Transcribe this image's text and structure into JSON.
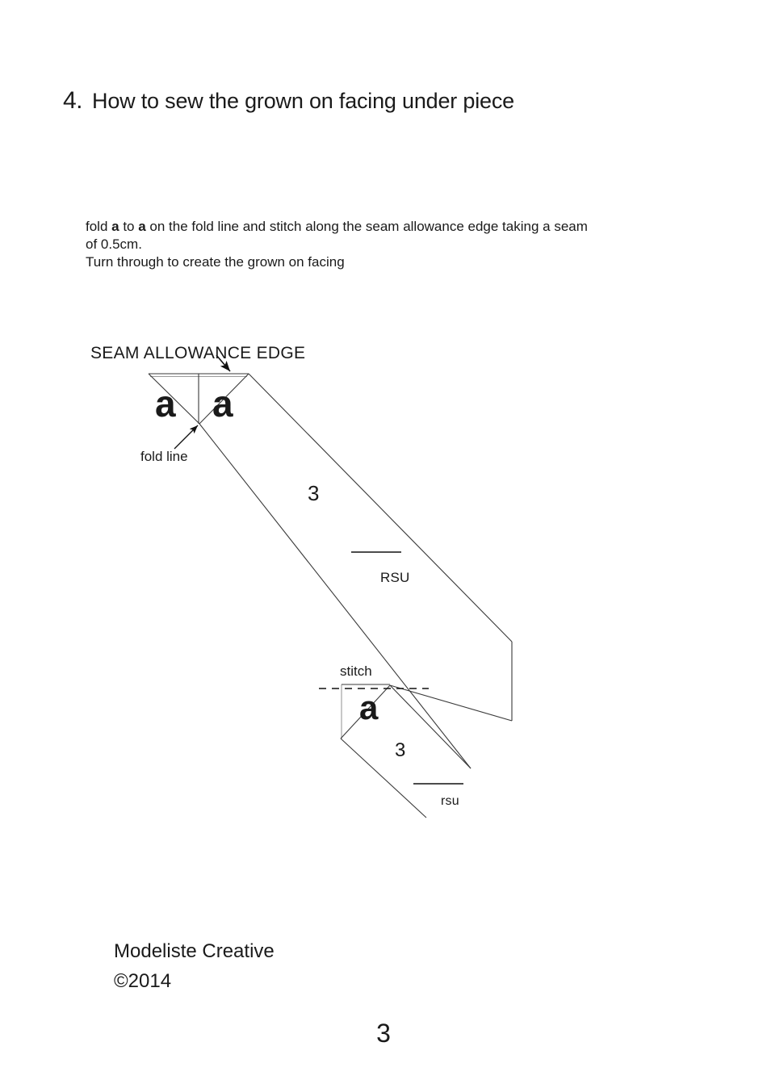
{
  "page": {
    "background_color": "#ffffff",
    "ink_color": "#1a1a1a",
    "line_color": "#3a3a3a",
    "page_number": "3"
  },
  "heading": {
    "number": "4.",
    "title": "How to sew the grown on facing under piece"
  },
  "instructions": {
    "line1_part1": "fold ",
    "line1_bold1": "a",
    "line1_part2": " to ",
    "line1_bold2": "a",
    "line1_part3": " on the fold line and stitch along the seam allowance edge taking a seam",
    "line2": "of 0.5cm.",
    "line3": "Turn through to create the grown on facing"
  },
  "diagram": {
    "labels": {
      "seam_allowance_edge": "SEAM ALLOWANCE EDGE",
      "fold_line": "fold line",
      "a_left": "a",
      "a_right": "a",
      "upper_piece_number": "3",
      "upper_piece_side": "RSU",
      "stitch": "stitch",
      "a_small": "a",
      "lower_piece_number": "3",
      "lower_piece_side": "rsu"
    }
  },
  "footer": {
    "company": "Modeliste Creative",
    "copyright": "©2014"
  }
}
